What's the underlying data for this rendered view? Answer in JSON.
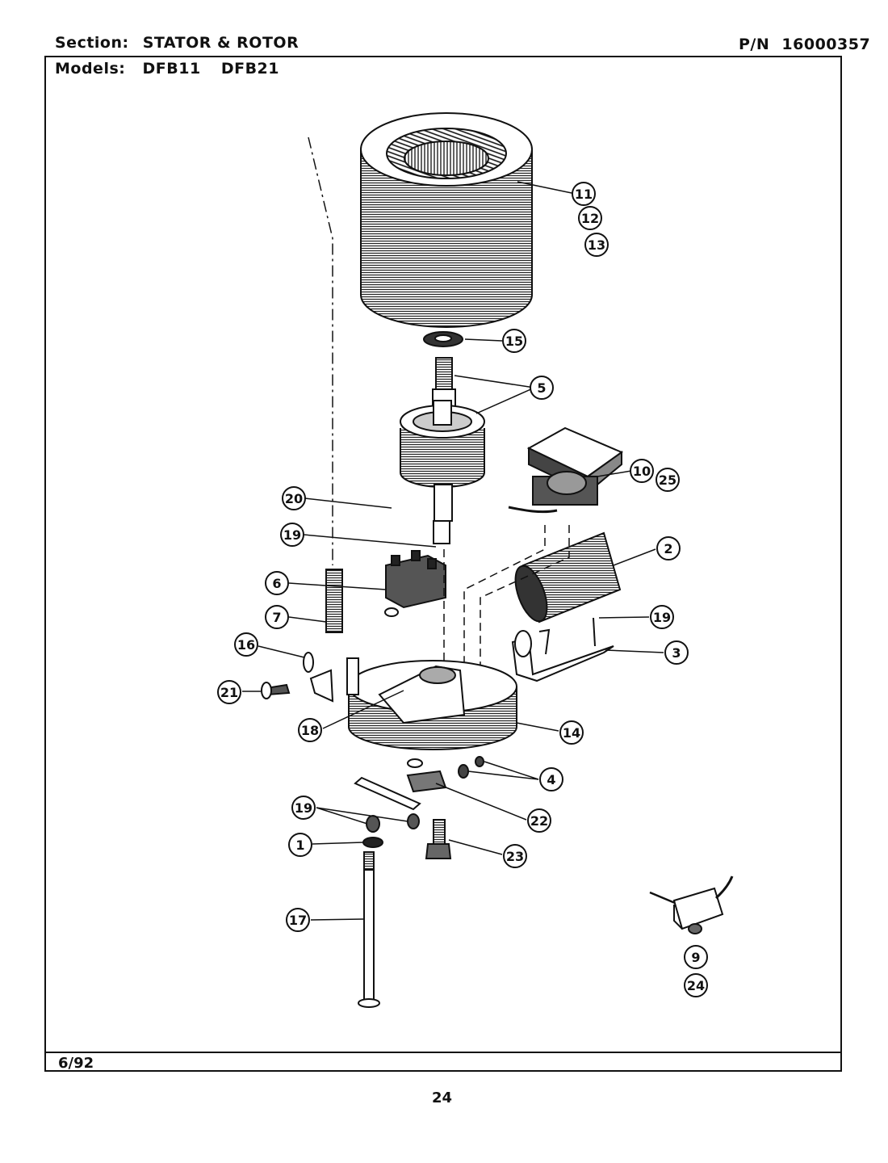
{
  "header": {
    "section_label": "Section:",
    "section_value": "STATOR & ROTOR",
    "pn_label": "P/N",
    "pn_value": "16000357",
    "models_label": "Models:",
    "models": [
      "DFB11",
      "DFB21"
    ]
  },
  "footer": {
    "date": "6/92",
    "page": "24"
  },
  "callouts": [
    "11",
    "12",
    "13",
    "15",
    "5",
    "10",
    "25",
    "20",
    "19",
    "6",
    "7",
    "2",
    "16",
    "21",
    "18",
    "14",
    "3",
    "4",
    "22",
    "1",
    "23",
    "17",
    "9",
    "24"
  ],
  "colors": {
    "ink": "#111111",
    "paper": "#ffffff"
  }
}
